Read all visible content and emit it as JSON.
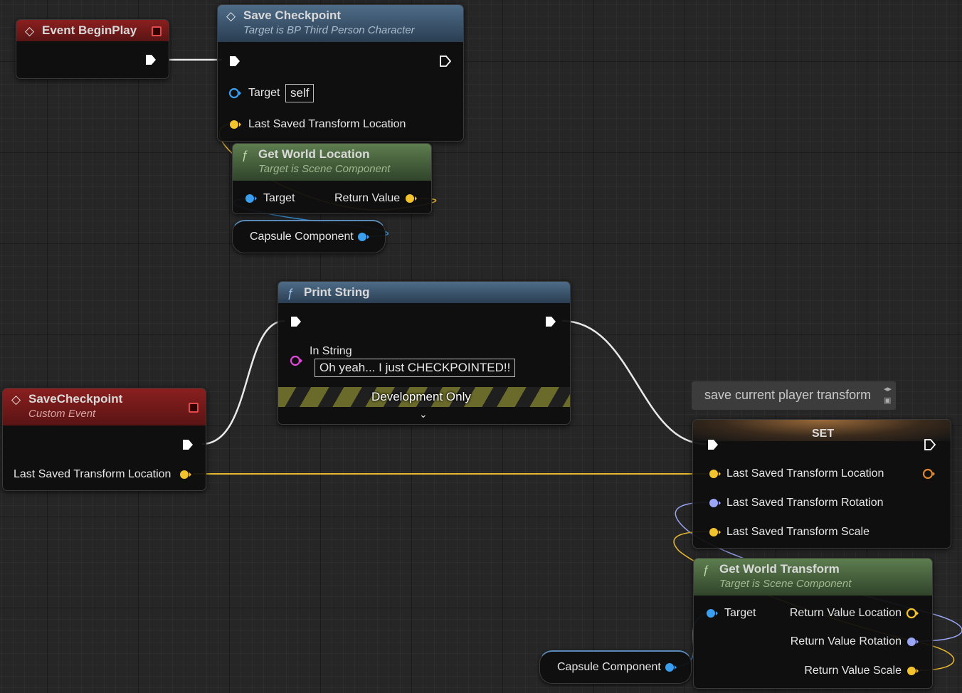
{
  "begin_play": {
    "title": "Event BeginPlay"
  },
  "save_checkpoint_call": {
    "title": "Save Checkpoint",
    "subtitle": "Target is BP Third Person Character",
    "target_label": "Target",
    "target_value": "self",
    "location_label": "Last Saved Transform Location"
  },
  "get_world_location": {
    "title": "Get World Location",
    "subtitle": "Target is Scene Component",
    "target_label": "Target",
    "return_label": "Return Value"
  },
  "capsule_top": {
    "label": "Capsule Component"
  },
  "print_string": {
    "title": "Print String",
    "in_string_label": "In String",
    "in_string_value": "Oh yeah... I just CHECKPOINTED!!",
    "dev_only": "Development Only"
  },
  "save_checkpoint_event": {
    "title": "SaveCheckpoint",
    "subtitle": "Custom Event",
    "location_label": "Last Saved Transform Location"
  },
  "comment": {
    "text": "save current player transform"
  },
  "set_node": {
    "title": "SET",
    "location_label": "Last Saved Transform Location",
    "rotation_label": "Last Saved Transform Rotation",
    "scale_label": "Last Saved Transform Scale"
  },
  "get_world_transform": {
    "title": "Get World Transform",
    "subtitle": "Target is Scene Component",
    "target_label": "Target",
    "ret_location": "Return Value Location",
    "ret_rotation": "Return Value Rotation",
    "ret_scale": "Return Value Scale"
  },
  "capsule_bottom": {
    "label": "Capsule Component"
  },
  "colors": {
    "exec": "#ffffff",
    "object_pin": "#3b9ff0",
    "vector_pin": "#f3c32e",
    "rotator_pin": "#9aa6f5",
    "string_pin": "#e14adb",
    "event_header": "#8a1f1f",
    "function_header": "#4e6c88",
    "pure_header": "#5d7d4f"
  }
}
